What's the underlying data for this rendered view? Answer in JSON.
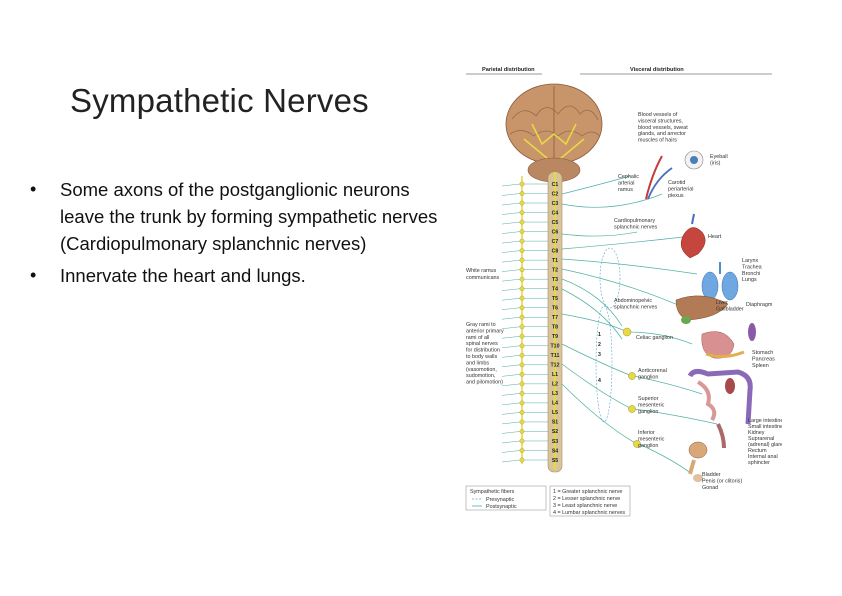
{
  "slide": {
    "title": "Sympathetic Nerves",
    "bullets": [
      "Some axons of the postganglionic neurons leave the trunk by forming sympathetic nerves (Cardiopulmonary splanchnic nerves)",
      "Innervate the heart and lungs."
    ],
    "bullet_glyph": "•"
  },
  "figure": {
    "headers": [
      "Parietal distribution",
      "Visceral distribution"
    ],
    "segments": [
      "C1",
      "C2",
      "C3",
      "C4",
      "C5",
      "C6",
      "C7",
      "C8",
      "T1",
      "T2",
      "T3",
      "T4",
      "T5",
      "T6",
      "T7",
      "T8",
      "T9",
      "T10",
      "T11",
      "T12",
      "L1",
      "L2",
      "L3",
      "L4",
      "L5",
      "S1",
      "S2",
      "S3",
      "S4",
      "S5"
    ],
    "left_labels": {
      "white_ramus": [
        "White ramus",
        "communicans"
      ],
      "gray_rami": [
        "Gray rami to",
        "anterior primary",
        "rami of all",
        "spinal nerves",
        "for distribution",
        "to body walls",
        "and limbs",
        "(vasomotion,",
        "sudomotion,",
        "and pilomotion)"
      ]
    },
    "mid_labels": {
      "blood_vessels": [
        "Blood vessels of",
        "visceral structures,",
        "blood vessels, sweat",
        "glands, and arrector",
        "muscles of hairs"
      ],
      "cephalic": [
        "Cephalic",
        "arterial",
        "ramus"
      ],
      "carotid": [
        "Carotid",
        "periarterial",
        "plexus"
      ],
      "cardiopulmonary": [
        "Cardiopulmonary",
        "splanchnic nerves"
      ],
      "abdominopelvic": [
        "Abdominopelvic",
        "splanchnic nerves"
      ],
      "celiac": "Celiac ganglion",
      "aorticorenal": [
        "Aorticorenal",
        "ganglion"
      ],
      "superior_mesenteric": [
        "Superior",
        "mesenteric",
        "ganglion"
      ],
      "inferior_mesenteric": [
        "Inferior",
        "mesenteric",
        "ganglion"
      ]
    },
    "organ_labels": {
      "eyeball": [
        "Eyeball",
        "(iris)"
      ],
      "heart": "Heart",
      "lungs": [
        "Larynx",
        "Trachea",
        "Bronchi",
        "Lungs"
      ],
      "liver": [
        "Liver",
        "Gallbladder"
      ],
      "diaphragm": "Diaphragm",
      "stomach": [
        "Stomach",
        "Pancreas",
        "Spleen"
      ],
      "intestine": [
        "Large intestine",
        "Small intestine",
        "Kidney",
        "Suprarenal",
        "(adrenal) gland",
        "Rectum",
        "Internal anal",
        "sphincter"
      ],
      "bladder": [
        "Bladder",
        "Penis (or clitoris)",
        "Gonad"
      ]
    },
    "splanchnic_numbers": [
      "1",
      "2",
      "3",
      "4"
    ],
    "legend": {
      "title": "Sympathetic fibers",
      "items": [
        "Presynaptic",
        "Postsynaptic"
      ],
      "key": [
        "1 = Greater splanchnic nerve",
        "2 = Lesser splanchnic nerve",
        "3 = Least splanchnic nerve",
        "4 = Lumbar splanchnic nerves"
      ]
    },
    "colors": {
      "brain": "#c8956a",
      "nerve_yellow": "#e7d84a",
      "presynaptic": "#5aa5c8",
      "postsynaptic": "#4fb0a5",
      "spine": "#d8c49a"
    }
  }
}
